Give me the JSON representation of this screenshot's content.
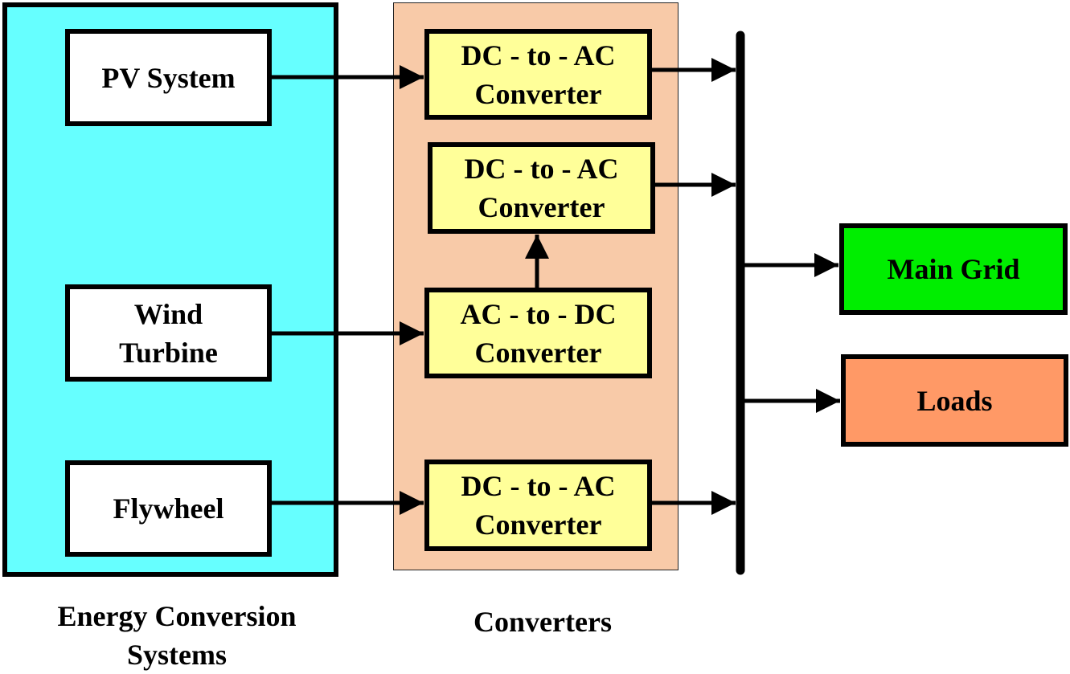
{
  "panels": {
    "energy_conversion": {
      "caption": "Energy Conversion\nSystems"
    },
    "converters": {
      "caption": "Converters"
    }
  },
  "sources": {
    "pv": "PV System",
    "wind": "Wind\nTurbine",
    "flywheel": "Flywheel"
  },
  "converters": {
    "c1": "DC - to - AC\nConverter",
    "c2": "DC - to - AC\nConverter",
    "c3": "AC - to - DC\nConverter",
    "c4": "DC - to - AC\nConverter"
  },
  "outputs": {
    "main_grid": "Main Grid",
    "loads": "Loads"
  },
  "colors": {
    "energy_panel": "#66ffff",
    "converter_panel": "#f8caa8",
    "converter_box": "#ffff99",
    "main_grid": "#00ee00",
    "loads": "#ff9966"
  }
}
